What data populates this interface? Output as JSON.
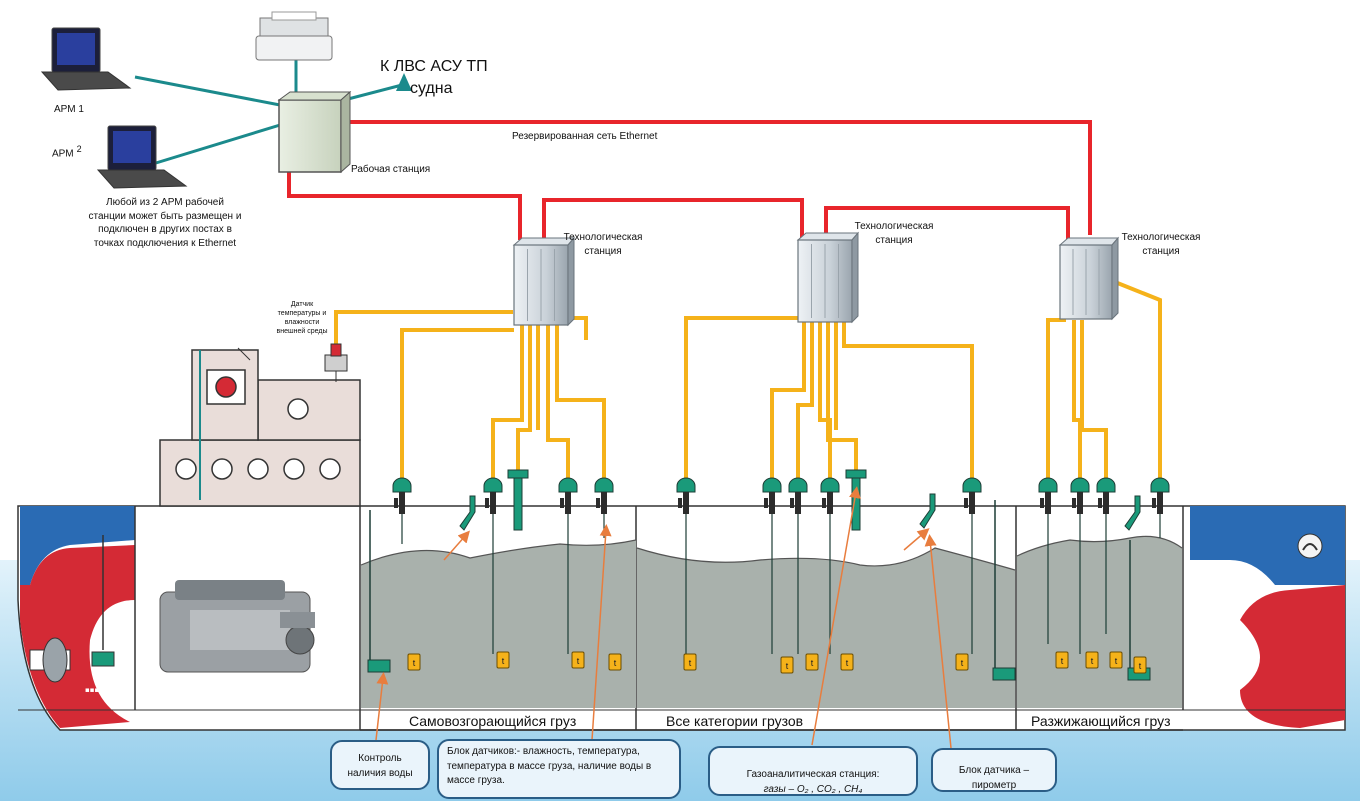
{
  "texts": {
    "arm1": "АРМ 1",
    "arm2": "АРМ",
    "arm2_sup": "2",
    "any_arm_1": "Любой из 2 АРМ  рабочей",
    "any_arm_2": "станции может быть размещен и",
    "any_arm_3": "подключен в других постах в",
    "any_arm_4": "точках подключения к  Ethernet",
    "to_lan_1": "К  ЛВС  АСУ ТП",
    "to_lan_2": "судна",
    "workstation": "Рабочая станция",
    "redundant_net": "Резервированная сеть   Ethernet",
    "tech_station_1": "Технологическая",
    "tech_station_2": "станция",
    "ambient_1": "Датчик",
    "ambient_2": "температуры и",
    "ambient_3": "влажности",
    "ambient_4": "внешней среды",
    "hold1": "Самовозгорающийся груз",
    "hold2": "Все категории грузов",
    "hold3": "Разжижающийся груз",
    "sensor_tag": "t",
    "callout_water_1": "Контроль",
    "callout_water_2": "наличия  воды",
    "callout_block_1": "Блок датчиков:- влажность,  температура,",
    "callout_block_2": "температура в массе груза, наличие воды в",
    "callout_block_3": "массе груза.",
    "callout_gas_1": "Газоаналитическая станция:",
    "callout_gas_2": "газы  –  O₂ , CO₂ , CH₄",
    "callout_pyro_1": "Блок датчика –",
    "callout_pyro_2": "пирометр"
  },
  "colors": {
    "ethernet": "#e8252b",
    "lan": "#1b8a8c",
    "sensor_cable": "#f5b21a",
    "cargo": "#a9b1ac",
    "hull_red": "#d42a35",
    "hull_blue": "#2a6bb4",
    "sea": "#bfe3f5",
    "sensor_green": "#1a9a7a",
    "callout_border": "#2a5d86",
    "arrow": "#e87d3e"
  },
  "icons": [
    "laptop-icon",
    "printer-icon",
    "workstation-cabinet-icon",
    "tech-station-cabinet-icon",
    "moisture-sensor-icon",
    "gas-probe-icon",
    "pyrometer-icon",
    "temperature-tag-icon",
    "water-sensor-icon",
    "engine-icon",
    "propeller-icon",
    "anchor-icon"
  ]
}
